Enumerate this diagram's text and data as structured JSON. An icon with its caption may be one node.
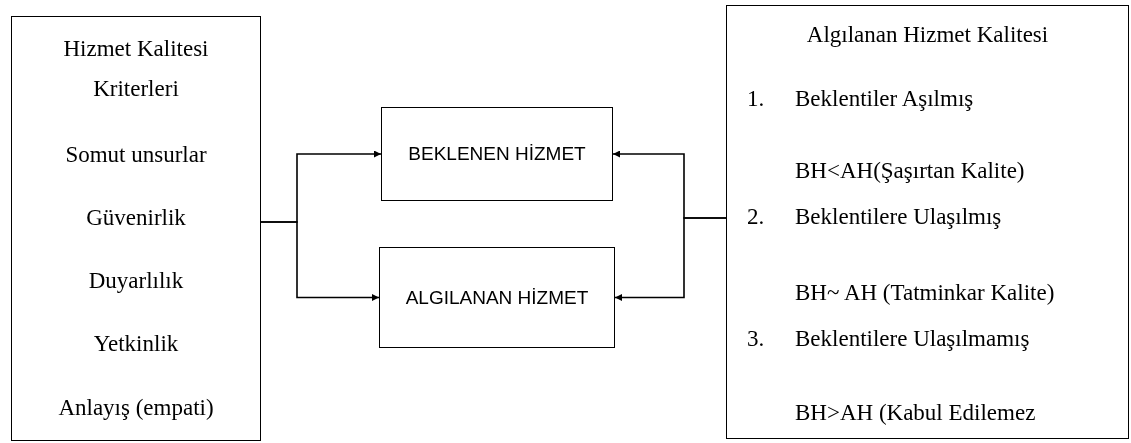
{
  "diagram": {
    "nodes": [
      {
        "text": [
          "Hizmet Kalitesi Kriterleri",
          "Somut unsurlar",
          "Güvenirlik",
          "Duyarlılık",
          "Yetkinlik",
          "Anlayış (empati)"
        ]
      },
      {
        "text": [
          "BEKLENEN HİZMET"
        ]
      },
      {
        "text": [
          "ALGILANAN HİZMET"
        ]
      },
      {
        "text": [
          "Algılanan Hizmet Kalitesi",
          "1.",
          "Beklentiler Aşılmış",
          "BH<AH(Şaşırtan Kalite)",
          "2.",
          "Beklentilere Ulaşılmış",
          "BH~ AH (Tatminkar Kalite)",
          "3.",
          "Beklentilere Ulaşılmamış",
          "BH>AH (Kabul Edilemez"
        ]
      }
    ],
    "edges": [
      {
        "from": 0,
        "to": 1,
        "arrow": "to"
      },
      {
        "from": 0,
        "to": 2,
        "arrow": "to"
      },
      {
        "from": 3,
        "to": 1,
        "arrow": "to"
      },
      {
        "from": 3,
        "to": 2,
        "arrow": "to"
      }
    ]
  }
}
